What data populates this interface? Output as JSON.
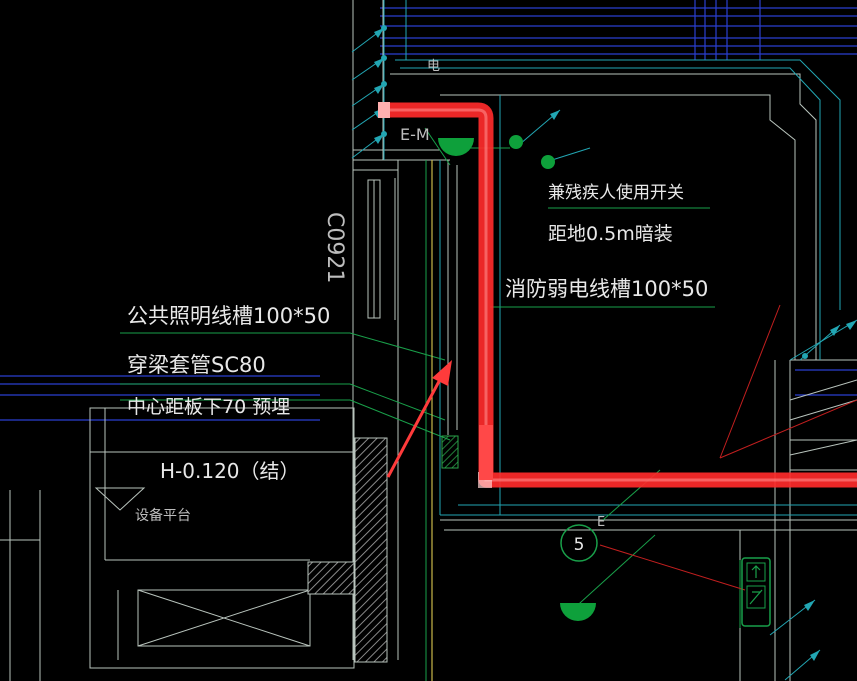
{
  "annotations": {
    "electric_label": "电",
    "equipment_tag": "E-M",
    "accessible_switch": "兼残疾人使用开关",
    "switch_height": "距地0.5m暗装",
    "fire_weak_tray": "消防弱电线槽100*50",
    "public_lighting_tray": "公共照明线槽100*50",
    "beam_sleeve": "穿梁套管SC80",
    "center_distance": "中心距板下70 预埋",
    "elevation": "H-0.120（结）",
    "equipment_platform": "设备平台",
    "column_tag": "C0921",
    "axis_number": "5",
    "axis_letter": "E"
  },
  "colors": {
    "background": "#000000",
    "highlight_tray": "#ff2a2a",
    "annotation_arrow": "#ff3b3b",
    "wall_line": "#b9c4bd",
    "grid_line": "#2a3fd0",
    "cyan_line": "#22a6b3",
    "green_line": "#19a04a",
    "yellow_line": "#c9b84a",
    "fixture_green": "#0ea03b",
    "text": "#e8e8e8"
  },
  "icons": [
    "emergency-exit-sign-icon",
    "ceiling-light-icon",
    "switch-icon",
    "leader-arrow-icon"
  ]
}
